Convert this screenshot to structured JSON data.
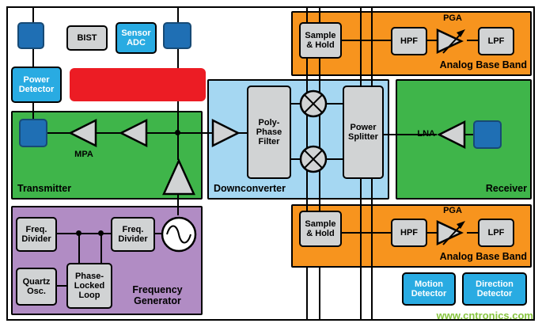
{
  "colors": {
    "blue": "#1f6fb4",
    "cyan": "#29abe2",
    "gray": "#d1d3d4",
    "red": "#ec1c24",
    "green": "#3fb54a",
    "lightblue": "#a5d7f2",
    "orange": "#f7941e",
    "purple": "#b18cc4",
    "watermark": "#86c43d",
    "wire": "#000000"
  },
  "top_row": {
    "bist": "BIST",
    "sensor_adc": "Sensor ADC",
    "power_detector": "Power Detector"
  },
  "transmitter": {
    "label": "Transmitter",
    "mpa": "MPA"
  },
  "downconverter": {
    "label": "Downconverter",
    "polyphase_filter": "Poly-Phase Filter",
    "power_splitter": "Power Splitter"
  },
  "receiver": {
    "label": "Receiver",
    "lna": "LNA"
  },
  "analog_baseband_top": {
    "label": "Analog Base Band",
    "sample_hold": "Sample & Hold",
    "hpf": "HPF",
    "pga": "PGA",
    "lpf": "LPF"
  },
  "analog_baseband_bottom": {
    "label": "Analog Base Band",
    "sample_hold": "Sample & Hold",
    "hpf": "HPF",
    "pga": "PGA",
    "lpf": "LPF"
  },
  "frequency_generator": {
    "label": "Frequency Generator",
    "freq_divider_1": "Freq. Divider",
    "freq_divider_2": "Freq. Divider",
    "quartz_osc": "Quartz Osc.",
    "pll": "Phase-Locked Loop"
  },
  "detectors": {
    "motion": "Motion Detector",
    "direction": "Direction Detector"
  },
  "watermark": "www.cntronics.com"
}
